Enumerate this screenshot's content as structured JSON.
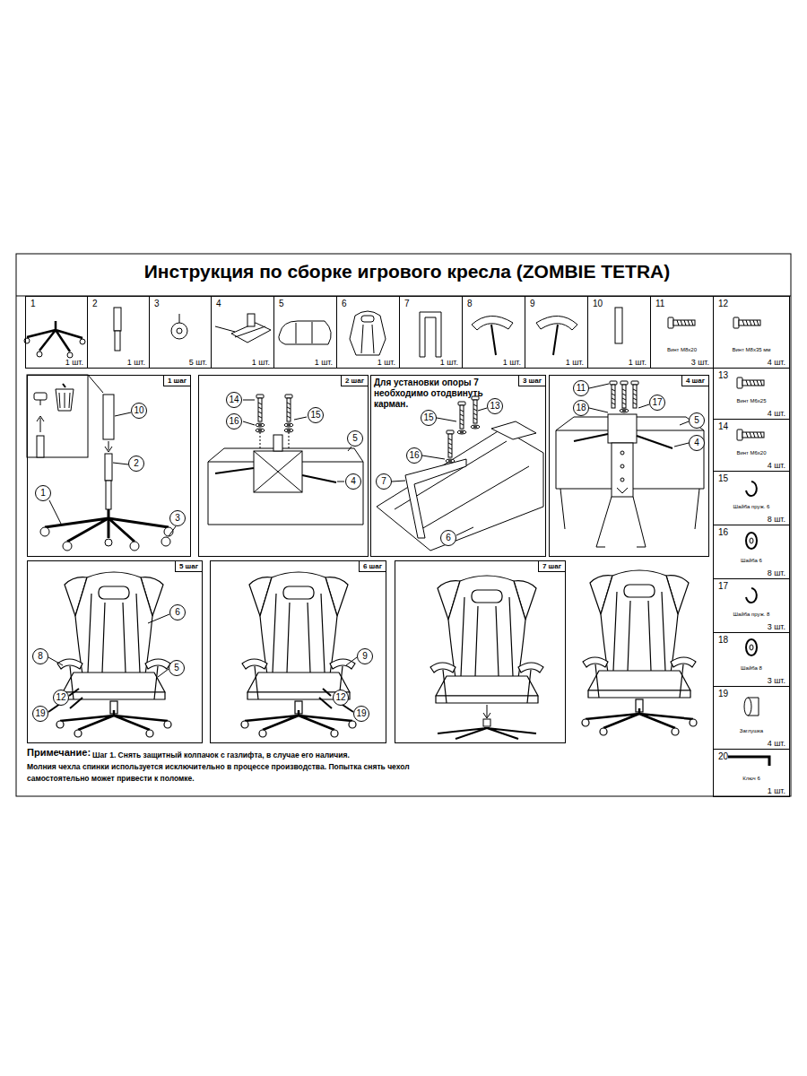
{
  "diagram": {
    "title": "Инструкция по сборке игрового кресла (ZOMBIE TETRA)",
    "nodes": [
      {
        "text": [
          "1",
          "1 шт."
        ]
      },
      {
        "text": [
          "2",
          "1 шт."
        ]
      },
      {
        "text": [
          "3",
          "5 шт."
        ]
      },
      {
        "text": [
          "4",
          "1 шт."
        ]
      },
      {
        "text": [
          "5",
          "1 шт."
        ]
      },
      {
        "text": [
          "6",
          "1 шт."
        ]
      },
      {
        "text": [
          "7",
          "1 шт."
        ]
      },
      {
        "text": [
          "8",
          "1 шт."
        ]
      },
      {
        "text": [
          "9",
          "1 шт."
        ]
      },
      {
        "text": [
          "10",
          "1 шт."
        ]
      },
      {
        "text": [
          "11",
          "Винт М8х20",
          "3 шт."
        ]
      },
      {
        "text": [
          "12",
          "Винт М8х35 мм",
          "4 шт."
        ]
      },
      {
        "text": [
          "13",
          "Винт М6х25",
          "4 шт."
        ]
      },
      {
        "text": [
          "14",
          "Винт М6х20",
          "4 шт."
        ]
      },
      {
        "text": [
          "15",
          "Шайба пруж. 6",
          "8 шт."
        ]
      },
      {
        "text": [
          "16",
          "Шайба 6",
          "8 шт."
        ]
      },
      {
        "text": [
          "17",
          "Шайба пруж. 8",
          "3 шт."
        ]
      },
      {
        "text": [
          "18",
          "Шайба 8",
          "3 шт."
        ]
      },
      {
        "text": [
          "19",
          "Заглушка",
          "4 шт."
        ]
      },
      {
        "text": [
          "20",
          "Ключ 6",
          "1 шт."
        ]
      },
      {
        "text": [
          "1 шаг"
        ]
      },
      {
        "text": [
          "2 шаг"
        ]
      },
      {
        "text": [
          "3 шаг",
          "Для установки опоры 7 необходимо отодвинуть карман."
        ]
      },
      {
        "text": [
          "4 шаг"
        ]
      },
      {
        "text": [
          "5 шаг"
        ]
      },
      {
        "text": [
          "6 шаг"
        ]
      },
      {
        "text": [
          "7 шаг"
        ]
      }
    ],
    "labels": [
      "10",
      "2",
      "1",
      "3",
      "14",
      "16",
      "15",
      "5",
      "4",
      "15",
      "13",
      "16",
      "7",
      "6",
      "11",
      "17",
      "18",
      "5",
      "4",
      "6",
      "8",
      "5",
      "19",
      "12",
      "9",
      "12",
      "19",
      "Примечание:",
      "Шаг 1. Снять защитный колпачок с газлифта, в случае его наличия.",
      "Молния чехла спинки используется исключительно в процессе производства. Попытка снять чехол самостоятельно может привести к поломке."
    ]
  }
}
